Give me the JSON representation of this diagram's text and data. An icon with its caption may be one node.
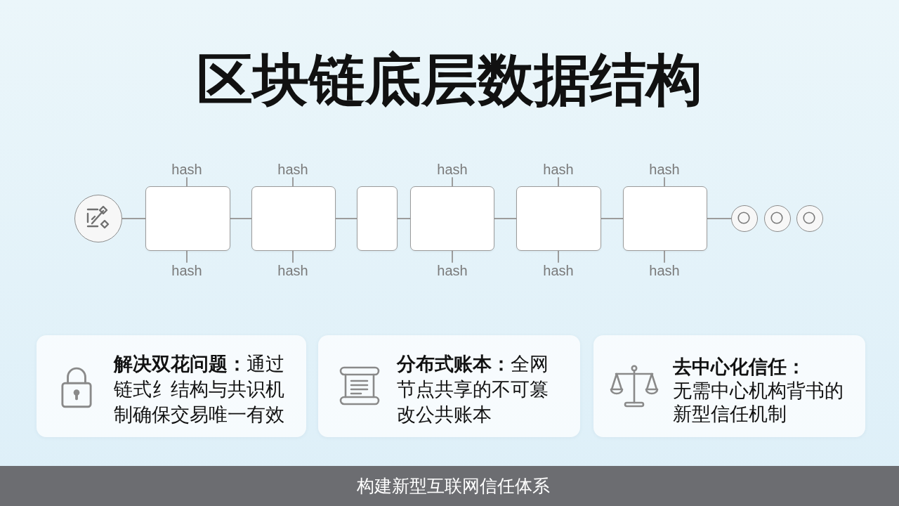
{
  "diagram": {
    "title": "区块链底层数据结构",
    "caption": "构建新型互联网信任体系",
    "nodes": [
      {
        "text": [
          "hash"
        ]
      },
      {
        "text": [
          "hash"
        ]
      },
      {
        "text": [
          "hash"
        ]
      },
      {
        "text": [
          "hash"
        ]
      },
      {
        "text": [
          "hash"
        ]
      },
      {
        "text": [],
        "shape": "circle"
      },
      {
        "text": [],
        "shape": "box"
      },
      {
        "text": [],
        "shape": "box"
      },
      {
        "text": [],
        "shape": "box"
      },
      {
        "text": [],
        "shape": "box"
      },
      {
        "text": [],
        "shape": "box"
      },
      {
        "text": [],
        "shape": "box"
      },
      {
        "text": [],
        "shape": "circle"
      },
      {
        "text": [],
        "shape": "circle"
      },
      {
        "text": [],
        "shape": "circle"
      },
      {
        "text": [
          "hash"
        ]
      },
      {
        "text": [
          "hash"
        ]
      },
      {
        "text": [
          "hash"
        ]
      },
      {
        "text": [
          "hash"
        ]
      },
      {
        "text": [
          "hash"
        ]
      },
      {
        "text": [
          "**解决双花问题：**通过链式纟结构与共识机制确保交易唯一有效"
        ]
      },
      {
        "text": [
          "**分布式账本：**全网节点共享的不可篡改公共账本"
        ]
      },
      {
        "text": [
          "去中心化信任：",
          "无需中心机构背书的新型信任机制"
        ]
      }
    ],
    "edges": [
      {
        "from": 5,
        "to": 6,
        "arrow": "none"
      },
      {
        "from": 6,
        "to": 7,
        "arrow": "none"
      },
      {
        "from": 7,
        "to": 8,
        "arrow": "none"
      },
      {
        "from": 8,
        "to": 9,
        "arrow": "none"
      },
      {
        "from": 9,
        "to": 10,
        "arrow": "none"
      },
      {
        "from": 10,
        "to": 11,
        "arrow": "none"
      },
      {
        "from": 11,
        "to": 12,
        "arrow": "none"
      },
      {
        "from": 0,
        "to": 6,
        "arrow": "none"
      },
      {
        "from": 1,
        "to": 7,
        "arrow": "none"
      },
      {
        "from": 2,
        "to": 9,
        "arrow": "none"
      },
      {
        "from": 3,
        "to": 10,
        "arrow": "none"
      },
      {
        "from": 4,
        "to": 11,
        "arrow": "none"
      },
      {
        "from": 15,
        "to": 6,
        "arrow": "none"
      },
      {
        "from": 16,
        "to": 7,
        "arrow": "none"
      },
      {
        "from": 17,
        "to": 9,
        "arrow": "none"
      },
      {
        "from": 18,
        "to": 10,
        "arrow": "none"
      },
      {
        "from": 19,
        "to": 11,
        "arrow": "none"
      }
    ]
  }
}
